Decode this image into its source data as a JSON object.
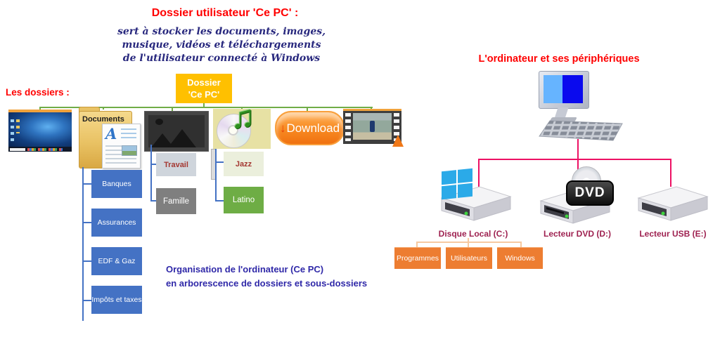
{
  "header": {
    "title": "Dossier utilisateur 'Ce PC' :",
    "subtitle_line1": "sert à stocker les documents, images,",
    "subtitle_line2": "musique, vidéos et téléchargements",
    "subtitle_line3": "de l'utilisateur connecté à Windows"
  },
  "tree": {
    "section_label": "Les dossiers :",
    "root_line1": "Dossier",
    "root_line2": "'Ce PC'",
    "documents_label": "Documents",
    "doc_letter": "A",
    "download_label": "Download",
    "documents_children": [
      "Banques",
      "Assurances",
      "EDF & Gaz",
      "Impôts et taxes"
    ],
    "images_children": [
      "Travail",
      "Famille"
    ],
    "music_children": [
      "Jazz",
      "Latino"
    ],
    "caption_line1": "Organisation de l'ordinateur (Ce PC)",
    "caption_line2": "en arborescence de dossiers et sous-dossiers"
  },
  "peripherals": {
    "title": "L'ordinateur et ses périphériques",
    "drive_c_label": "Disque Local (C:)",
    "drive_d_label": "Lecteur DVD (D:)",
    "drive_e_label": "Lecteur USB (E:)",
    "dvd_badge": "DVD",
    "disk_children": [
      "Programmes",
      "Utilisateurs",
      "Windows"
    ]
  },
  "glyphs": {
    "music_note": "♫",
    "download_arrow": "↓"
  },
  "colors": {
    "title_red": "#FF0000",
    "subtitle_navy": "#28287E",
    "caption_blue": "#2F28A8",
    "connector_green": "#70AD47",
    "connector_blue": "#4472C4",
    "connector_red": "#ED1164",
    "connector_peach": "#F7C9A0",
    "box_gold": "#FFC000",
    "box_blue": "#4472C4",
    "box_orange": "#ED7D31",
    "box_green_latino": "#6EAD45",
    "box_gray_famille": "#7F7F7F",
    "drive_label_maroon": "#9E2150"
  }
}
